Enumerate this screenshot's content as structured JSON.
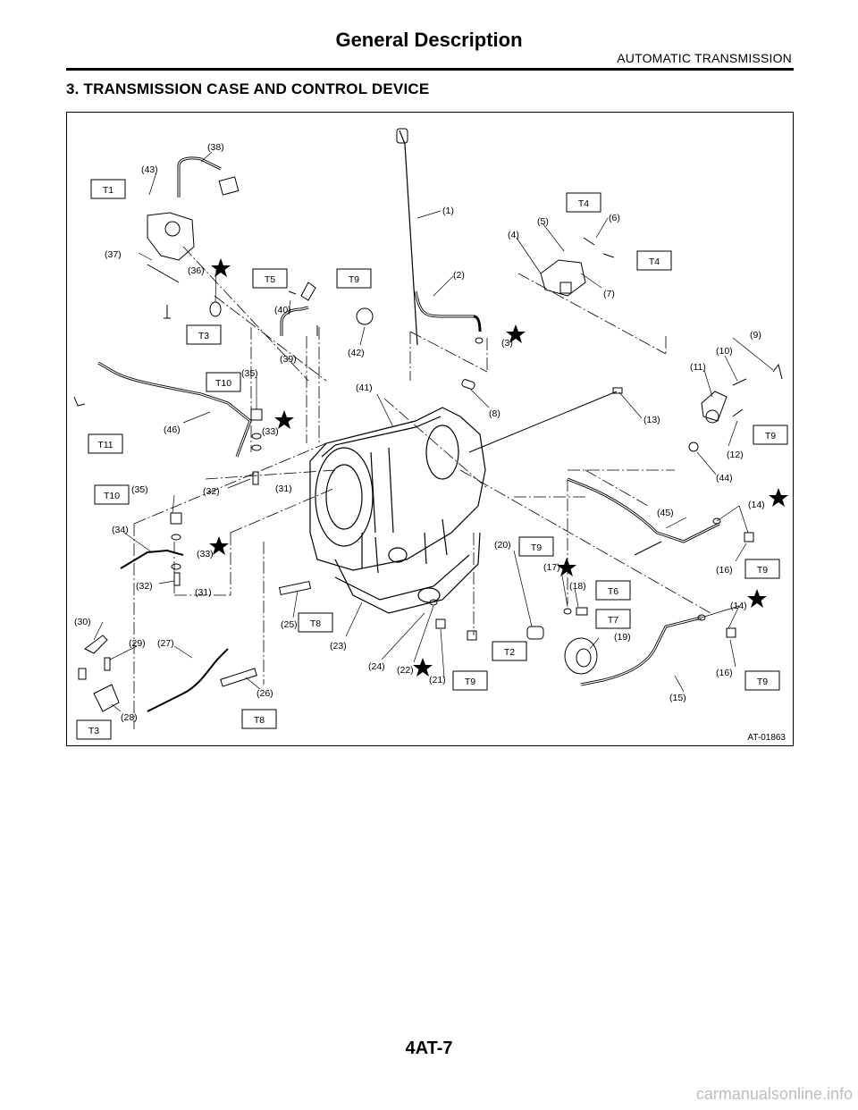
{
  "header": {
    "title": "General Description",
    "subtitle": "AUTOMATIC TRANSMISSION"
  },
  "section": {
    "title": "3.  TRANSMISSION CASE AND CONTROL DEVICE"
  },
  "figure": {
    "id": "AT-01863",
    "torque_labels": [
      "T1",
      "T4",
      "T4",
      "T5",
      "T9",
      "T3",
      "T10",
      "T11",
      "T9",
      "T10",
      "T9",
      "T6",
      "T7",
      "T8",
      "T2",
      "T9",
      "T9",
      "T3",
      "T8",
      "T9"
    ],
    "part_labels": [
      "(38)",
      "(43)",
      "(37)",
      "(36)",
      "(1)",
      "(2)",
      "(3)",
      "(4)",
      "(5)",
      "(6)",
      "(7)",
      "(40)",
      "(39)",
      "(42)",
      "(9)",
      "(10)",
      "(11)",
      "(12)",
      "(13)",
      "(44)",
      "(8)",
      "(41)",
      "(35)",
      "(46)",
      "(33)",
      "(32)",
      "(31)",
      "(35)",
      "(34)",
      "(33)",
      "(32)",
      "(31)",
      "(45)",
      "(14)",
      "(16)",
      "(17)",
      "(18)",
      "(20)",
      "(19)",
      "(14)",
      "(16)",
      "(15)",
      "(30)",
      "(29)",
      "(27)",
      "(28)",
      "(26)",
      "(25)",
      "(23)",
      "(24)",
      "(22)",
      "(21)"
    ]
  },
  "footer": {
    "page_number": "4AT-7",
    "watermark": "carmanualsonline.info"
  }
}
